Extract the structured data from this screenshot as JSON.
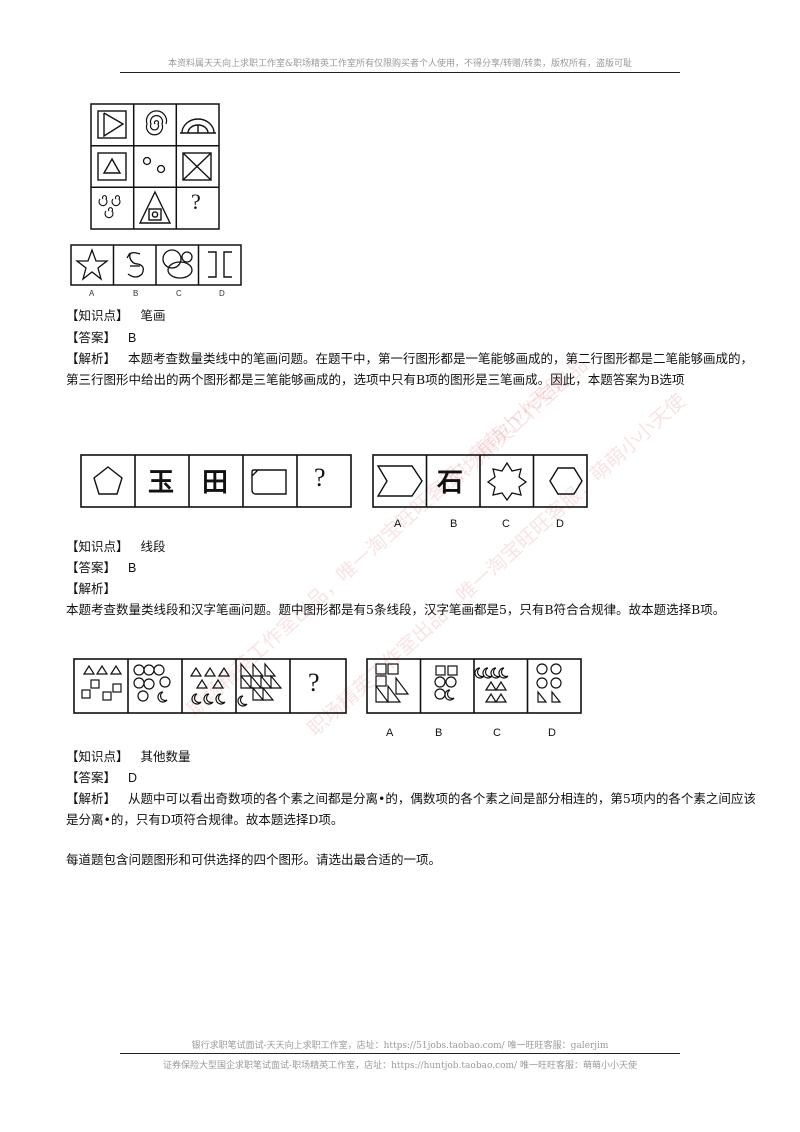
{
  "header": "本资料属天天向上求职工作室&职场精英工作室所有仅限购买者个人使用，不得分享/转赠/转卖，版权所有，盗版可耻",
  "footer": {
    "line1": "银行求职笔试面试-天天向上求职工作室，店址：https://51jobs.taobao.com/ 唯一旺旺客服：galerjim",
    "line2": "证券保险大型国企求职笔试面试-职场精英工作室，店址：https://huntjob.taobao.com/ 唯一旺旺客服：萌萌小小天使"
  },
  "labels": {
    "knowledge": "【知识点】",
    "answer": "【答案】",
    "analysis": "【解析】"
  },
  "q1": {
    "grid_question_mark": "?",
    "options": [
      "A",
      "B",
      "C",
      "D"
    ],
    "knowledge": "笔画",
    "answer": "B",
    "analysis": "本题考查数量类线中的笔画问题。在题干中，第一行图形都是一笔能够画成的，第二行图形都是二笔能够画成的，第三行图形中给出的两个图形都是三笔能够画成的，选项中只有B项的图形是三笔画成。因此，本题答案为B选项"
  },
  "q2": {
    "chars": [
      "玉",
      "田",
      "石"
    ],
    "question_mark": "?",
    "options": [
      "A",
      "B",
      "C",
      "D"
    ],
    "knowledge": "线段",
    "answer": "B",
    "analysis": "本题考查数量类线段和汉字笔画问题。题中图形都是有5条线段，汉字笔画都是5，只有B符合合规律。故本题选择B项。"
  },
  "q3": {
    "question_mark": "?",
    "options": [
      "A",
      "B",
      "C",
      "D"
    ],
    "knowledge": "其他数量",
    "answer": "D",
    "analysis": "从题中可以看出奇数项的各个素之间都是分离•的，偶数项的各个素之间是部分相连的，第5项内的各个素之间应该是分离•的，只有D项符合规律。故本题选择D项。"
  },
  "closing": "每道题包含问题图形和可供选择的四个图形。请选出最合适的一项。",
  "watermarks": [
    "职场精英工作室出品，唯一淘宝旺旺客服：萌萌小小天使",
    "职场精英工作室出品，唯一淘宝旺旺客服：萌萌小小天使",
    "职场精英工作室出品"
  ]
}
